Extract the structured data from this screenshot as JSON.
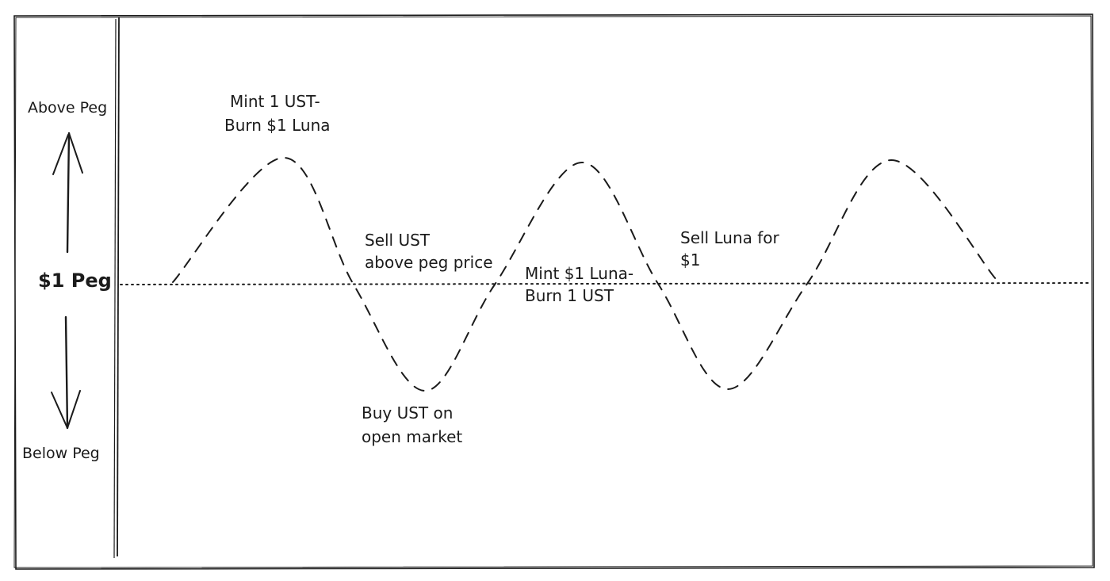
{
  "y_axis": {
    "top_label": "Above Peg",
    "middle_label": "$1 Peg",
    "bottom_label": "Below Peg"
  },
  "annotations": {
    "mint_ust": [
      "Mint 1 UST-",
      "Burn $1 Luna"
    ],
    "sell_ust": [
      "Sell UST",
      "above peg price"
    ],
    "mint_luna": [
      "Mint $1 Luna-",
      "Burn 1 UST"
    ],
    "sell_luna": [
      "Sell Luna for",
      "$1"
    ],
    "buy_ust": [
      "Buy UST on",
      "open market"
    ]
  },
  "colors": {
    "ink": "#1b1b1b",
    "background": "#ffffff"
  }
}
